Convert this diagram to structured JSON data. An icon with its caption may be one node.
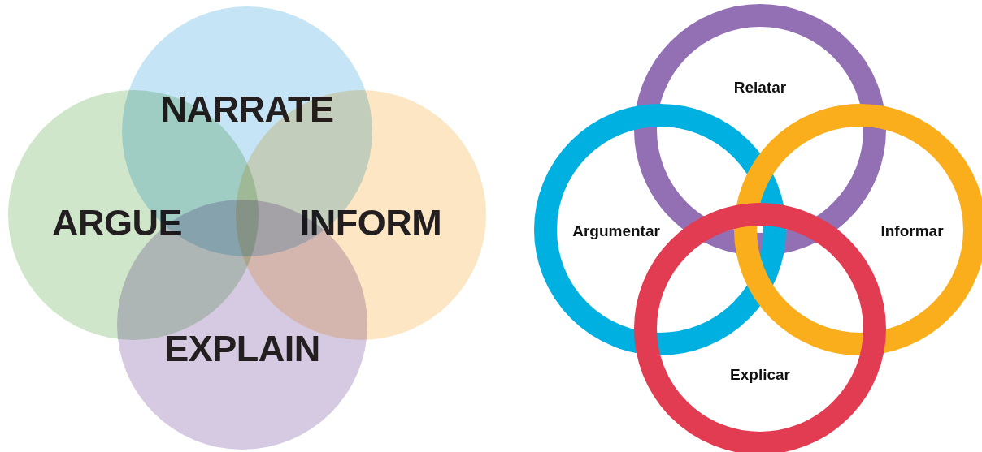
{
  "diagram": {
    "nodes": [
      {
        "text": [
          "NARRATE"
        ]
      },
      {
        "text": [
          "ARGUE"
        ]
      },
      {
        "text": [
          "INFORM"
        ]
      },
      {
        "text": [
          "EXPLAIN"
        ]
      },
      {
        "text": [
          "Relatar"
        ]
      },
      {
        "text": [
          "Argumentar"
        ]
      },
      {
        "text": [
          "Informar"
        ]
      },
      {
        "text": [
          "Explicar"
        ]
      }
    ]
  }
}
